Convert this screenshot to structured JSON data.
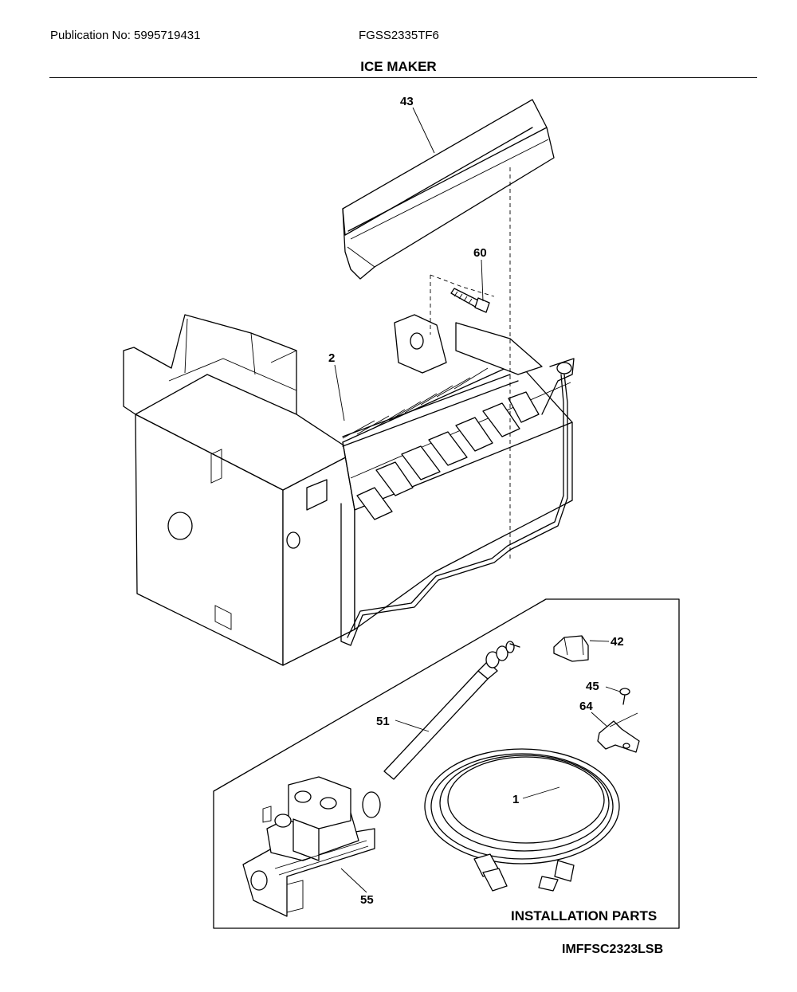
{
  "header": {
    "publication": "Publication No: 5995719431",
    "model": "FGSS2335TF6",
    "title": "ICE MAKER"
  },
  "diagram": {
    "callouts": {
      "c43": "43",
      "c60": "60",
      "c2": "2",
      "c42": "42",
      "c45": "45",
      "c64": "64",
      "c51": "51",
      "c1": "1",
      "c55": "55"
    },
    "installation_label": "INSTALLATION PARTS",
    "diagram_code": "IMFFSC2323LSB"
  }
}
